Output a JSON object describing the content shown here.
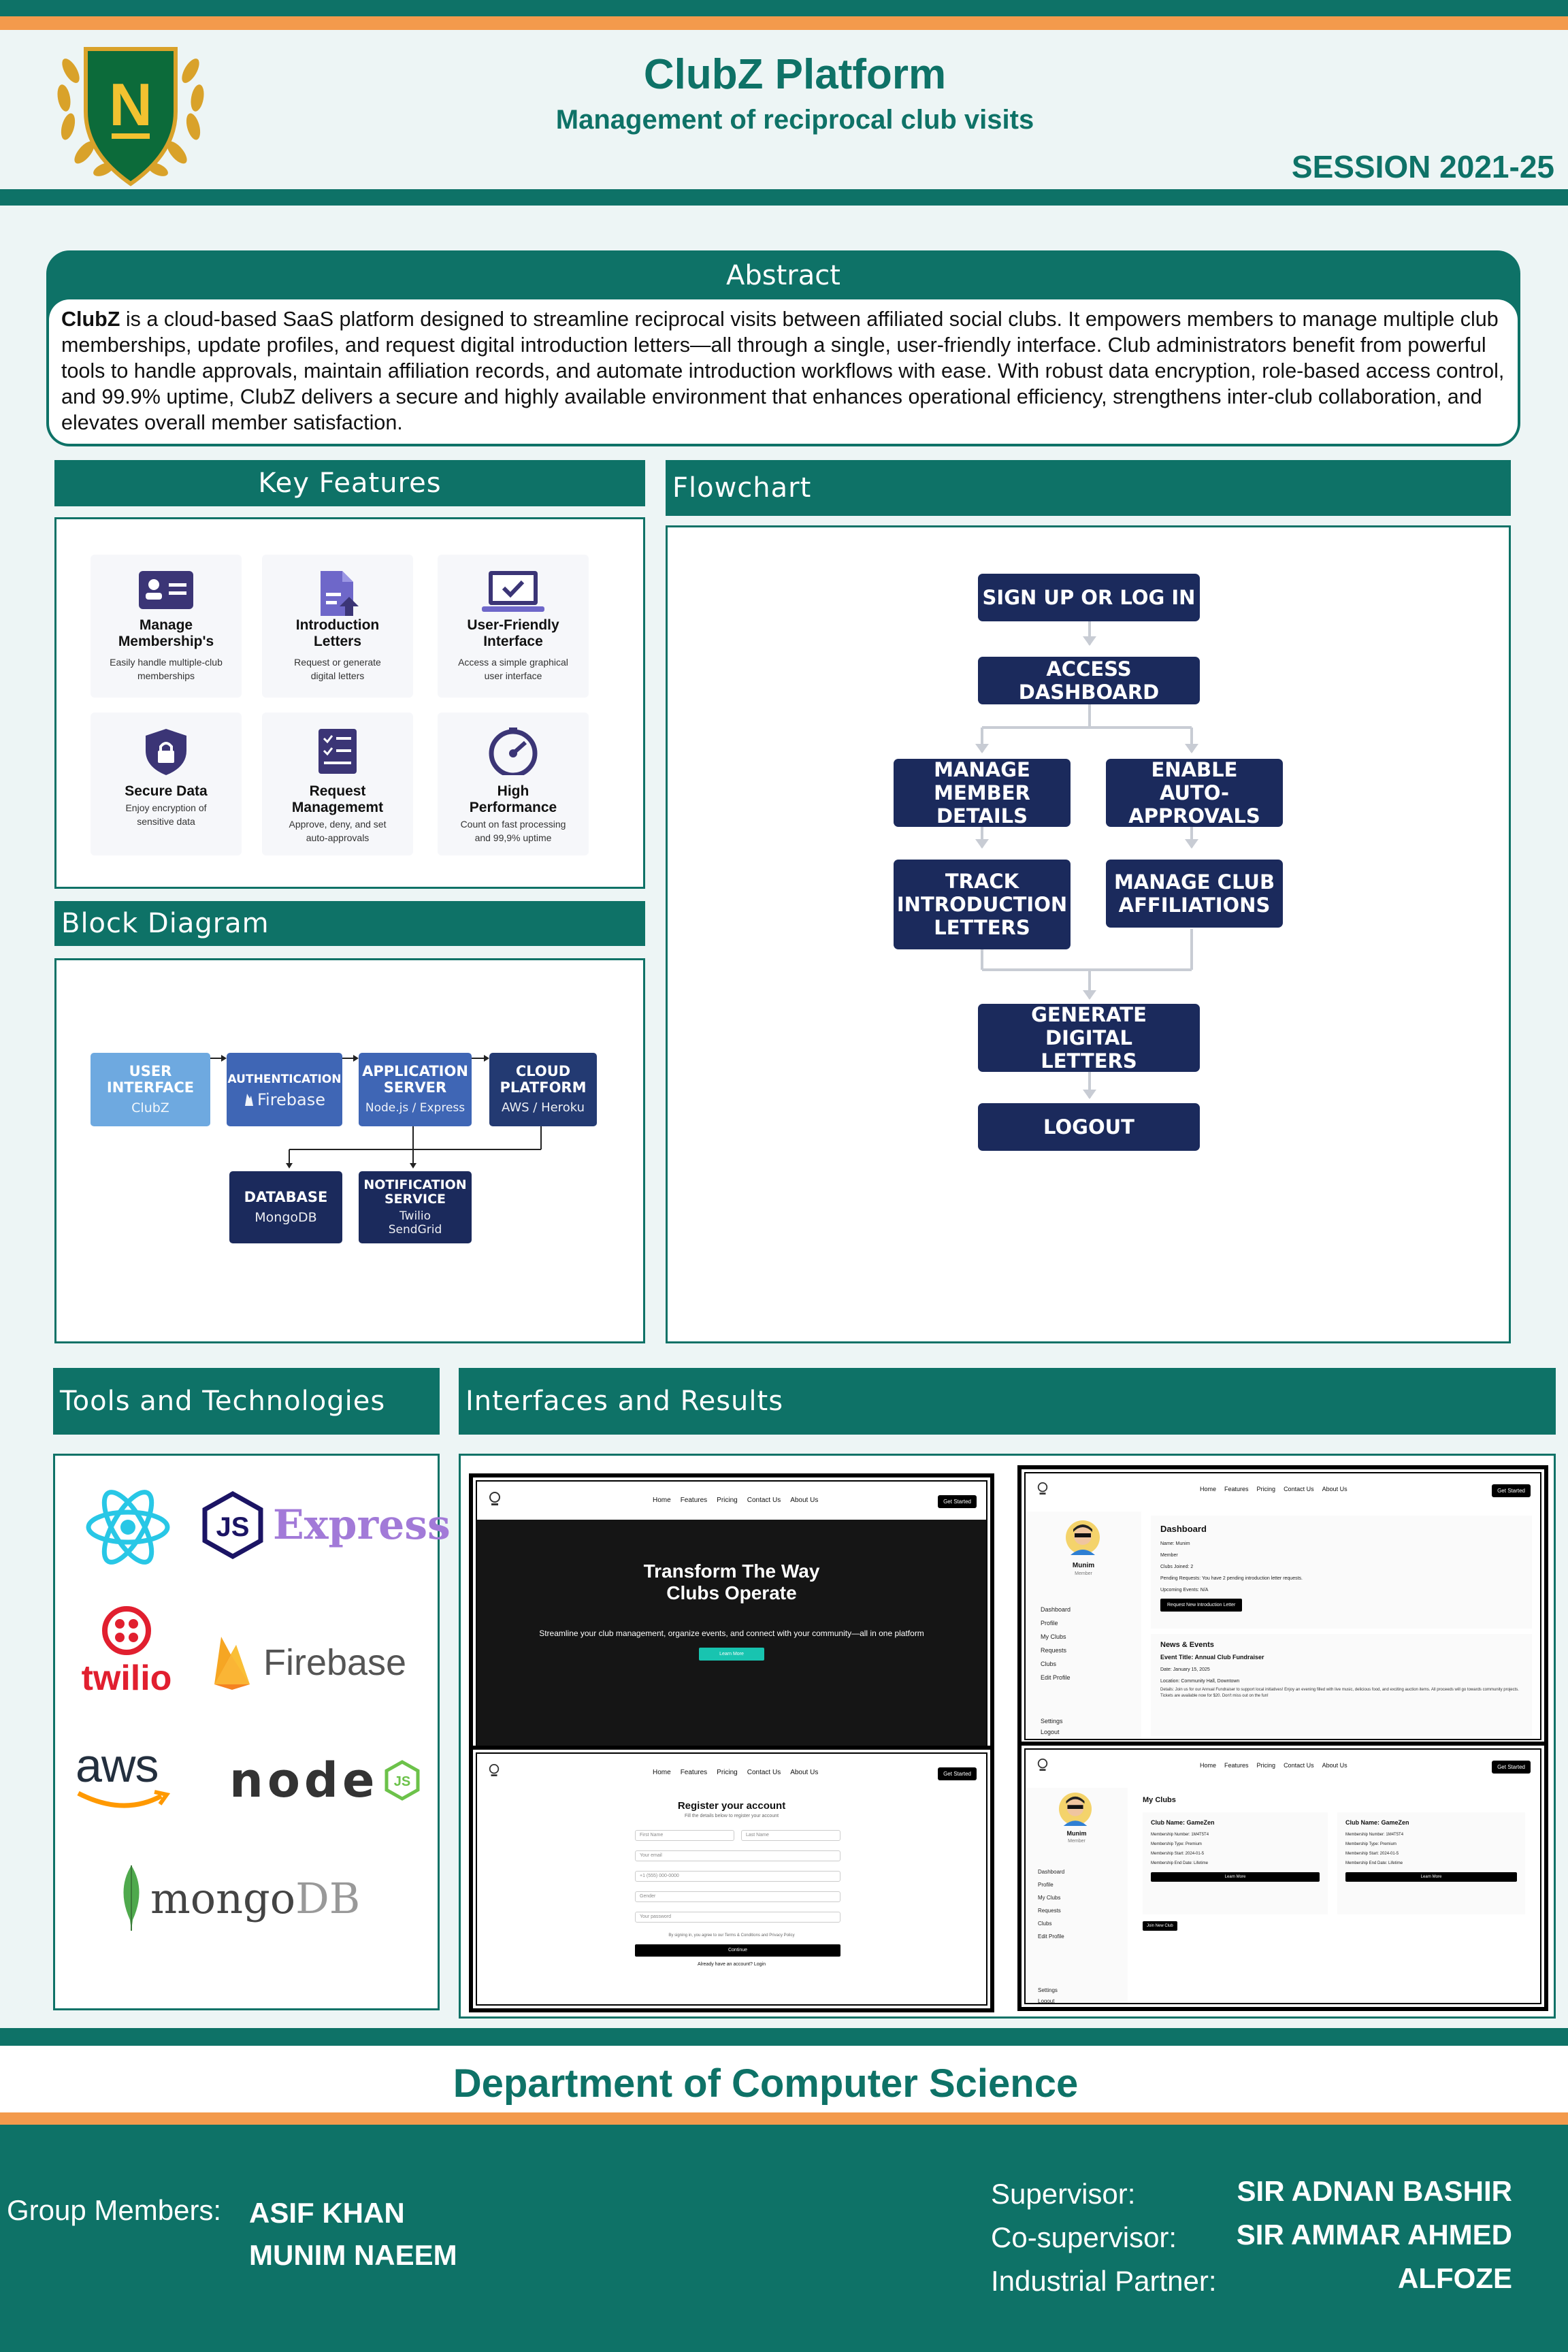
{
  "header": {
    "logo_letter": "N",
    "title": "ClubZ Platform",
    "subtitle": "Management of reciprocal club visits",
    "session": "SESSION 2021-25"
  },
  "abstract": {
    "heading": "Abstract",
    "lead": "ClubZ",
    "body": " is a cloud-based SaaS platform designed to streamline reciprocal visits between affiliated social clubs. It empowers members to manage multiple club memberships, update profiles, and request digital introduction letters—all through a single, user-friendly interface. Club administrators benefit from powerful tools to handle approvals, maintain affiliation records, and automate introduction workflows with ease. With robust data encryption, role-based access control, and 99.9% uptime, ClubZ delivers a secure and highly available environment that enhances operational efficiency, strengthens inter-club collaboration, and elevates overall member satisfaction."
  },
  "key_features": {
    "heading": "Key Features",
    "items": [
      {
        "title": "Manage Membership's",
        "desc": "Easily handle multiple-club memberships",
        "icon": "id-card-icon"
      },
      {
        "title": "Introduction Letters",
        "desc": "Request or generate digital letters",
        "icon": "document-upload-icon"
      },
      {
        "title": "User-Friendly Interface",
        "desc": "Access a simple graphical user interface",
        "icon": "laptop-check-icon"
      },
      {
        "title": "Secure Data",
        "desc": "Enjoy encryption of sensitive data",
        "icon": "shield-lock-icon"
      },
      {
        "title": "Request Managememt",
        "desc": "Approve, deny, and set auto-approvals",
        "icon": "checklist-icon"
      },
      {
        "title": "High Performance",
        "desc": "Count on fast processing and 99,9% uptime",
        "icon": "speedometer-icon"
      }
    ]
  },
  "flowchart": {
    "heading": "Flowchart",
    "steps": {
      "signup": "SIGN UP OR LOG IN",
      "dashboard": "ACCESS DASHBOARD",
      "manage_member": "MANAGE MEMBER DETAILS",
      "auto_approvals": "ENABLE AUTO-APPROVALS",
      "track_letters": "TRACK INTRODUCTION LETTERS",
      "affiliations": "MANAGE CLUB AFFILIATIONS",
      "generate": "GENERATE DIGITAL LETTERS",
      "logout": "LOGOUT"
    }
  },
  "block_diagram": {
    "heading": "Block Diagram",
    "ui": {
      "title": "USER INTERFACE",
      "sub": "ClubZ"
    },
    "auth": {
      "title": "AUTHENTICATION",
      "sub": "Firebase"
    },
    "app": {
      "title": "APPLICATION SERVER",
      "sub": "Node.js / Express"
    },
    "cloud": {
      "title": "CLOUD PLATFORM",
      "sub": "AWS / Heroku"
    },
    "db": {
      "title": "DATABASE",
      "sub": "MongoDB"
    },
    "notif": {
      "title": "NOTIFICATION SERVICE",
      "sub": "Twilio SendGrid"
    }
  },
  "tools": {
    "heading": "Tools and Technologies",
    "express": "Express",
    "twilio": "twilio",
    "firebase": "Firebase",
    "aws": "aws",
    "node": "node",
    "mongo_a": "mongo",
    "mongo_b": "DB"
  },
  "interfaces": {
    "heading": "Interfaces and Results",
    "nav": {
      "home": "Home",
      "features": "Features",
      "pricing": "Pricing",
      "contact": "Contact Us",
      "about": "About Us",
      "cta": "Get Started"
    },
    "landing": {
      "title_1": "Transform The Way",
      "title_2": "Clubs Operate",
      "tagline": "Streamline your club management, organize events, and connect with your community—all in one platform",
      "button": "Learn More"
    },
    "dashboard": {
      "user": "Munim",
      "role": "Member",
      "title": "Dashboard",
      "l1": "Name: Munim",
      "l2": "Member",
      "l3": "Clubs Joined: 2",
      "l4": "Pending Requests: You have 2 pending introduction letter requests.",
      "l5": "Upcoming Events: N/A",
      "button": "Request New Introduction Letter",
      "news_title": "News & Events",
      "event": "Event Title: Annual Club Fundraiser",
      "date": "Date: January 15, 2025",
      "location": "Location: Community Hall, Downtown",
      "details": "Details: Join us for our Annual Fundraiser to support local initiatives! Enjoy an evening filled with live music, delicious food, and exciting auction items. All proceeds will go towards community projects. Tickets are available now for $20. Don't miss out on the fun!",
      "side": [
        "Dashboard",
        "Profile",
        "My Clubs",
        "Requests",
        "Clubs",
        "Edit Profile"
      ],
      "side_bottom": [
        "Settings",
        "Logout"
      ]
    },
    "register": {
      "title": "Register your account",
      "subtitle": "Fill the details below to register your account",
      "f1": "First Name",
      "f2": "Last Name",
      "f3": "Your email",
      "f4": "+1 (555) 000-0000",
      "f5": "Gender",
      "f6": "Your password",
      "terms": "By signing in, you agree to our Terms & Conditions and Privacy Policy",
      "button": "Continue",
      "login": "Already have an account? Login"
    },
    "myclubs": {
      "title": "My Clubs",
      "club_a": "Club Name: GameZen",
      "club_b": "Club Name: GameZen",
      "rows": [
        "Membership Number: 1M4T5T4",
        "Membership Type: Premium",
        "Membership Start: 2024-01-5",
        "Membership End Date: Lifetime"
      ],
      "learn": "Learn More",
      "join": "Join New Club"
    }
  },
  "footer": {
    "department": "Department of Computer Science",
    "members_label": "Group Members:",
    "member_1": "ASIF KHAN",
    "member_2": "MUNIM NAEEM",
    "supervisor_label": "Supervisor:",
    "supervisor": "SIR ADNAN BASHIR",
    "cosupervisor_label": "Co-supervisor:",
    "cosupervisor": "SIR AMMAR AHMED",
    "partner_label": "Industrial Partner:",
    "partner": "ALFOZE"
  },
  "colors": {
    "teal": "#0e7267",
    "orange": "#f39a4c",
    "navy": "#1b2a5c",
    "block_light": "#6ea9e0",
    "block_mid": "#3f66b5",
    "block_dark": "#233a72"
  }
}
